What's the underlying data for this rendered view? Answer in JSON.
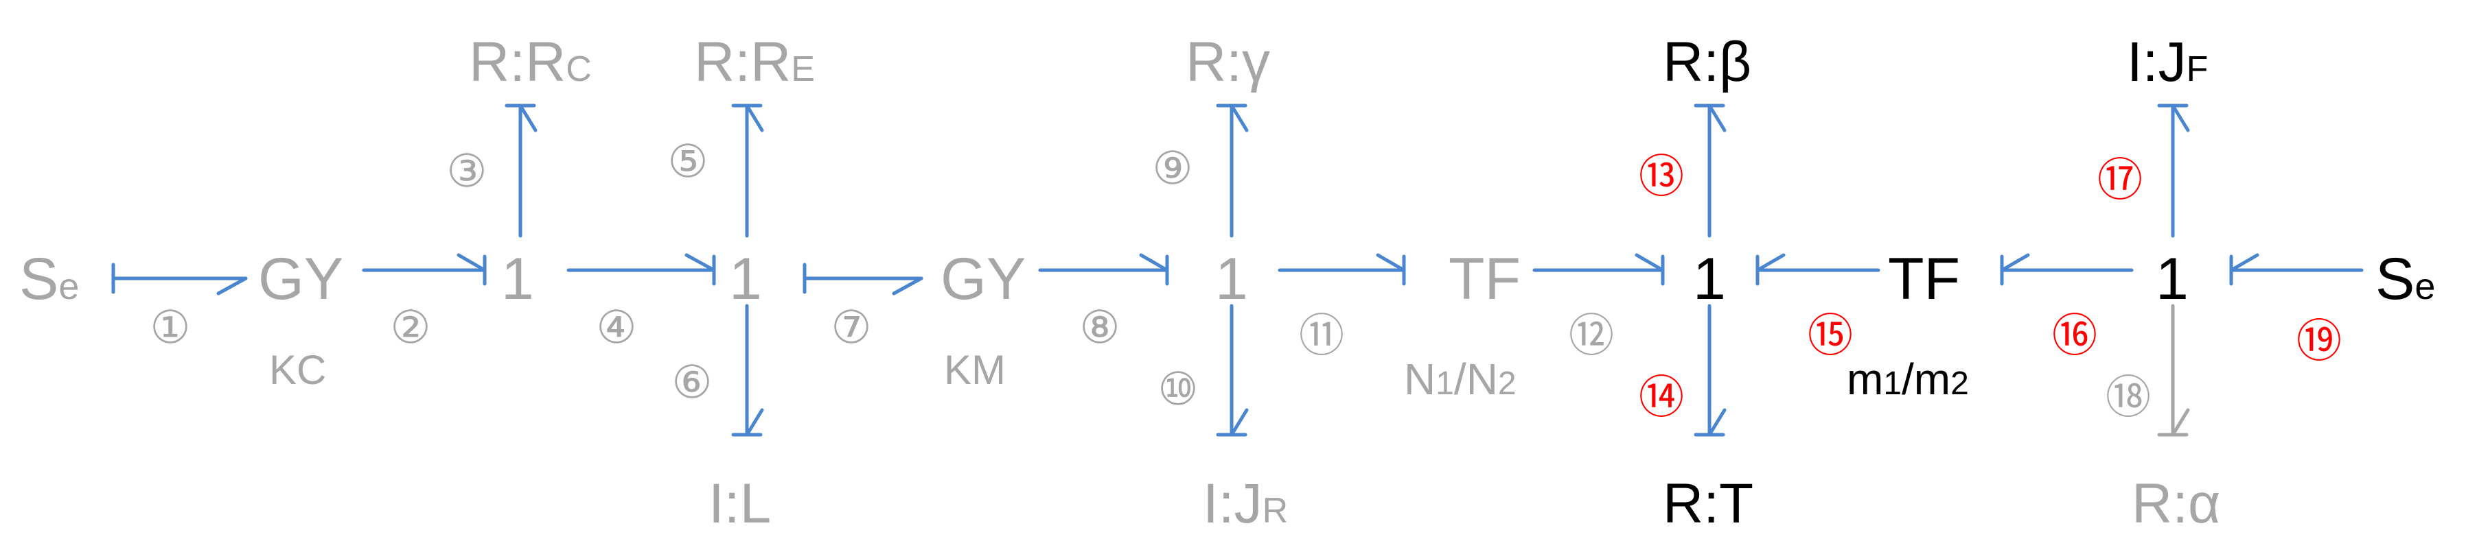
{
  "colors": {
    "gray": "#a6a6a6",
    "black": "#000000",
    "red": "#ff0000",
    "blue": "#4a86d0"
  },
  "elements": {
    "se_left": {
      "main": "S",
      "sub": "e"
    },
    "gy1": {
      "main": "GY"
    },
    "kc": {
      "main": "KC"
    },
    "j1a": {
      "main": "1"
    },
    "rrc": {
      "main": "R:R",
      "sub": "C"
    },
    "j1b": {
      "main": "1"
    },
    "rre": {
      "main": "R:R",
      "sub": "E"
    },
    "il": {
      "main": "I:L"
    },
    "gy2": {
      "main": "GY"
    },
    "km": {
      "main": "KM"
    },
    "j1c": {
      "main": "1"
    },
    "rgamma": {
      "main": "R:γ"
    },
    "ijr": {
      "main": "I:J",
      "sub": "R"
    },
    "tf1": {
      "main": "TF"
    },
    "n1n2": {
      "main": "N",
      "sub1": "1",
      "mid": "/N",
      "sub2": "2"
    },
    "j1d": {
      "main": "1"
    },
    "rbeta": {
      "main": "R:β"
    },
    "rt": {
      "main": "R:T"
    },
    "tf2": {
      "main": "TF"
    },
    "m1m2": {
      "main": "m",
      "sub1": "1",
      "mid": "/m",
      "sub2": "2"
    },
    "j1e": {
      "main": "1"
    },
    "ijf": {
      "main": "I:J",
      "sub": "F"
    },
    "ralpha": {
      "main": "R:α"
    },
    "se_right": {
      "main": "S",
      "sub": "e"
    }
  },
  "bonds": [
    "①",
    "②",
    "③",
    "④",
    "⑤",
    "⑥",
    "⑦",
    "⑧",
    "⑨",
    "⑩",
    "⑪",
    "⑫",
    "⑬",
    "⑭",
    "⑮",
    "⑯",
    "⑰",
    "⑱",
    "⑲"
  ]
}
